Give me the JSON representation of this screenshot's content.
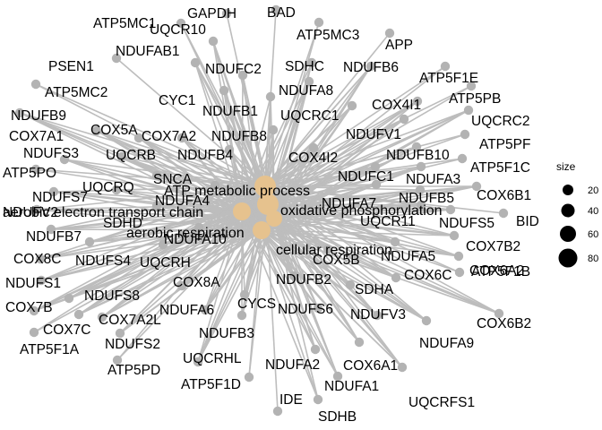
{
  "colors": {
    "edge": "#bdbdbd",
    "gene": "#b3b3b3",
    "term": "#e6c28e"
  },
  "terms": [
    {
      "label": "ATP metabolic process"
    },
    {
      "label": "aerobic electron transport chain"
    },
    {
      "label": "oxidative phosphorylation"
    },
    {
      "label": "aerobic respiration"
    },
    {
      "label": "cellular respiration"
    }
  ],
  "genes": [
    "GAPDH",
    "BAD",
    "ATP5MC1",
    "UQCR10",
    "ATP5MC3",
    "APP",
    "PSEN1",
    "NDUFAB1",
    "NDUFC2",
    "SDHC",
    "NDUFB6",
    "ATP5F1E",
    "ATP5MC2",
    "NDUFA8",
    "ATP5PB",
    "CYC1",
    "NDUFB1",
    "NDUFB9",
    "UQCRC1",
    "COX4I1",
    "UQCRC2",
    "COX7A1",
    "COX5A",
    "COX7A2",
    "NDUFB8",
    "NDUFV1",
    "ATP5PF",
    "NDUFS3",
    "UQCRB",
    "NDUFB4",
    "COX4I2",
    "NDUFB10",
    "ATP5F1C",
    "ATP5PO",
    "SNCA",
    "NDUFC1",
    "NDUFA3",
    "COX6B1",
    "NDUFS7",
    "UQCRQ",
    "NDUFA4",
    "NDUFA7",
    "NDUFB5",
    "NDUFV2",
    "SDHD",
    "UQCR11",
    "NDUFS5",
    "BID",
    "NDUFB7",
    "NDUFA10",
    "COX7B2",
    "COX8C",
    "NDUFS4",
    "UQCRH",
    "COX5B",
    "NDUFA5",
    "COX6A2",
    "NDUFS1",
    "COX6C",
    "ATP5F1B",
    "NDUFS8",
    "COX8A",
    "NDUFB2",
    "SDHA",
    "COX7B",
    "COX7C",
    "COX7A2L",
    "NDUFA6",
    "CYCS",
    "NDUFS6",
    "NDUFV3",
    "COX6B2",
    "ATP5F1A",
    "NDUFS2",
    "NDUFA9",
    "NDUFB3",
    "ATP5PD",
    "UQCRHL",
    "NDUFA2",
    "COX6A1",
    "NDUFA1",
    "ATP5F1D",
    "UQCRFS1",
    "IDE",
    "SDHB"
  ],
  "legend": {
    "title": "size",
    "values": [
      "20",
      "40",
      "60",
      "80"
    ]
  }
}
